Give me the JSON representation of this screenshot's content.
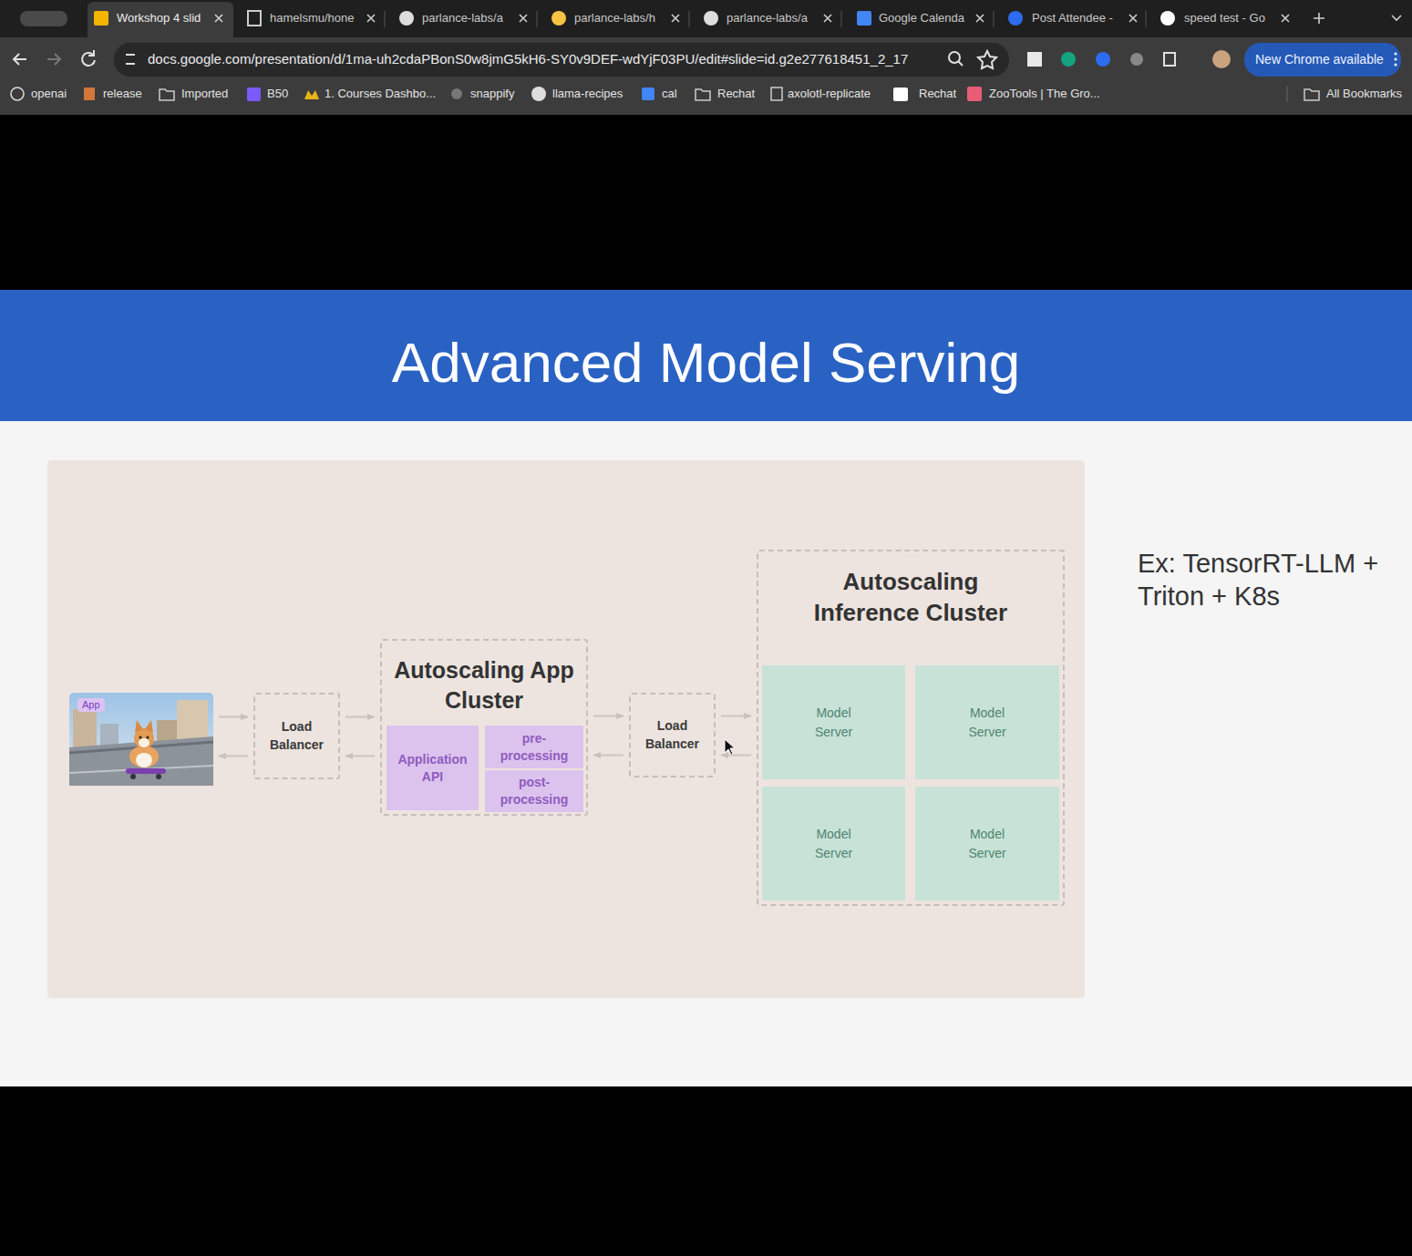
{
  "diagram": {
    "title": "Advanced Model Serving",
    "nodes": [
      {
        "text": [
          "App"
        ]
      },
      {
        "text": [
          "Load Balancer"
        ]
      },
      {
        "text": [
          "Autoscaling App Cluster"
        ]
      },
      {
        "text": [
          "Application API"
        ],
        "in": 2
      },
      {
        "text": [
          "pre-processing"
        ],
        "in": 2
      },
      {
        "text": [
          "post-processing"
        ],
        "in": 2
      },
      {
        "text": [
          "Load Balancer"
        ]
      },
      {
        "text": [
          "Autoscaling Inference Cluster"
        ]
      },
      {
        "text": [
          "Model Server"
        ],
        "in": 7
      },
      {
        "text": [
          "Model Server"
        ],
        "in": 7
      },
      {
        "text": [
          "Model Server"
        ],
        "in": 7
      },
      {
        "text": [
          "Model Server"
        ],
        "in": 7
      }
    ],
    "edges": [
      {
        "from": 0,
        "to": 1,
        "arrow": "to"
      },
      {
        "from": 1,
        "to": 0,
        "arrow": "to"
      },
      {
        "from": 1,
        "to": 2,
        "arrow": "to"
      },
      {
        "from": 2,
        "to": 1,
        "arrow": "to"
      },
      {
        "from": 2,
        "to": 6,
        "arrow": "to"
      },
      {
        "from": 6,
        "to": 2,
        "arrow": "to"
      },
      {
        "from": 6,
        "to": 7,
        "arrow": "to"
      },
      {
        "from": 7,
        "to": 6,
        "arrow": "to"
      }
    ],
    "labels": [
      "Workshop 4 slid",
      "hamelsmu/hone",
      "parlance-labs/a",
      "parlance-labs/h",
      "parlance-labs/a",
      "Google Calenda",
      "Post Attendee -",
      "speed test - Go",
      "docs.google.com/presentation/d/1ma-uh2cdaPBonS0w8jmG5kH6-SY0v9DEF-wdYjF03PU/edit#slide=id.g2e277618451_2_17",
      "New Chrome available",
      "openai",
      "release",
      "Imported",
      "B50",
      "1. Courses Dashbo...",
      "snappify",
      "llama-recipes",
      "cal",
      "Rechat",
      "axolotl-replicate",
      "Rechat",
      "ZooTools | The Gro...",
      "All Bookmarks",
      "Ex: TensorRT-LLM + Triton + K8s"
    ]
  }
}
